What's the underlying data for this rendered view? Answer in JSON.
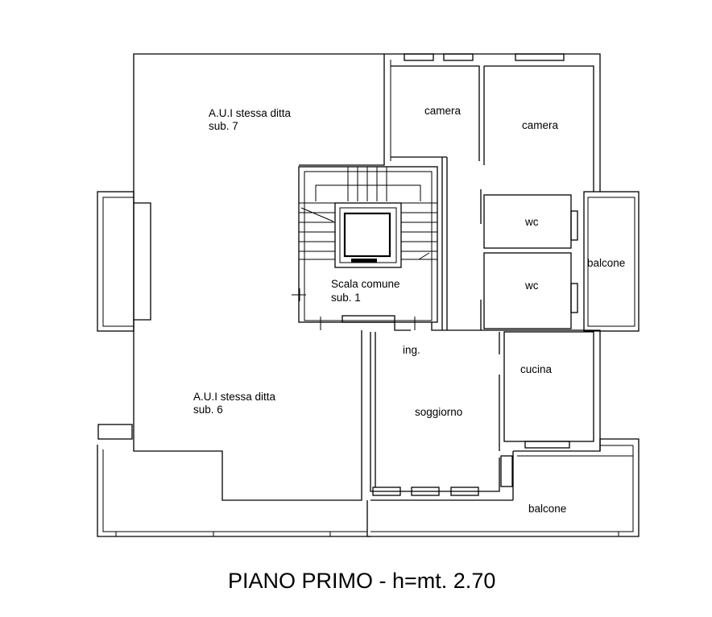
{
  "labels": {
    "aui_7": "A.U.I stessa ditta",
    "aui_7_sub": "sub. 7",
    "camera_1": "camera",
    "camera_2": "camera",
    "wc_1": "wc",
    "wc_2": "wc",
    "balcone_right": "balcone",
    "scala": "Scala comune",
    "scala_sub": "sub. 1",
    "ingresso": "ing.",
    "cucina": "cucina",
    "aui_6": "A.U.I stessa ditta",
    "aui_6_sub": "sub. 6",
    "soggiorno": "soggiorno",
    "balcone_bottom": "balcone"
  },
  "title": "PIANO PRIMO - h=mt. 2.70"
}
